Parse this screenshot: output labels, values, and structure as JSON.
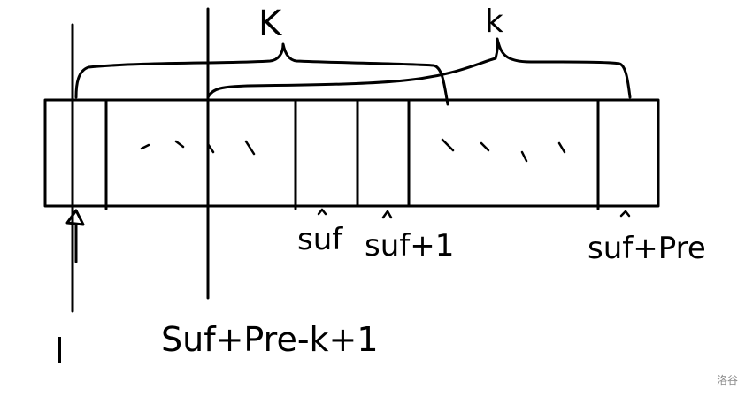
{
  "labels": {
    "k_left": "K",
    "k_right": "k",
    "suf": "suf",
    "suf_plus_1": "suf+1",
    "suf_plus_pre": "suf+Pre",
    "left_index": "l",
    "suf_plus_pre_minus_k_plus_1": "Suf+Pre-k+1"
  },
  "watermark": "洛谷"
}
